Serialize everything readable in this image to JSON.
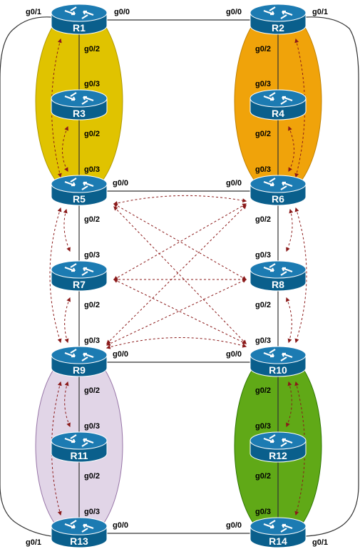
{
  "colors": {
    "router_fill": "#0a5f8c",
    "router_top": "#1c7bb2",
    "group_r1_r5": "#e0c300",
    "group_r2_r6": "#f0a30a",
    "group_r9_r13": "#e1d5e7",
    "group_r10_r14": "#60a917",
    "dashed_link": "#8b1a1a",
    "solid_link": "#333333"
  },
  "routers": {
    "r1": "R1",
    "r2": "R2",
    "r3": "R3",
    "r4": "R4",
    "r5": "R5",
    "r6": "R6",
    "r7": "R7",
    "r8": "R8",
    "r9": "R9",
    "r10": "R10",
    "r11": "R11",
    "r12": "R12",
    "r13": "R13",
    "r14": "R14"
  },
  "interfaces": {
    "r1_g01": "g0/1",
    "r1_g00": "g0/0",
    "r1_g02": "g0/2",
    "r2_g00": "g0/0",
    "r2_g01": "g0/1",
    "r2_g02": "g0/2",
    "r3_g03": "g0/3",
    "r3_g02": "g0/2",
    "r4_g03": "g0/3",
    "r4_g02": "g0/2",
    "r5_g03": "g0/3",
    "r5_g00": "g0/0",
    "r5_g02": "g0/2",
    "r6_g00": "g0/0",
    "r6_g03": "g0/3",
    "r6_g02": "g0/2",
    "r7_g03": "g0/3",
    "r7_g02": "g0/2",
    "r8_g03": "g0/3",
    "r8_g02": "g0/2",
    "r9_g03": "g0/3",
    "r9_g00": "g0/0",
    "r9_g02": "g0/2",
    "r10_g03": "g0/3",
    "r10_g00": "g0/0",
    "r10_g02": "g0/2",
    "r11_g03": "g0/3",
    "r11_g02": "g0/2",
    "r12_g03": "g0/3",
    "r12_g02": "g0/2",
    "r13_g03": "g0/3",
    "r13_g01": "g0/1",
    "r13_g00": "g0/0",
    "r14_g00": "g0/0",
    "r14_g03": "g0/3",
    "r14_g01": "g0/1"
  }
}
